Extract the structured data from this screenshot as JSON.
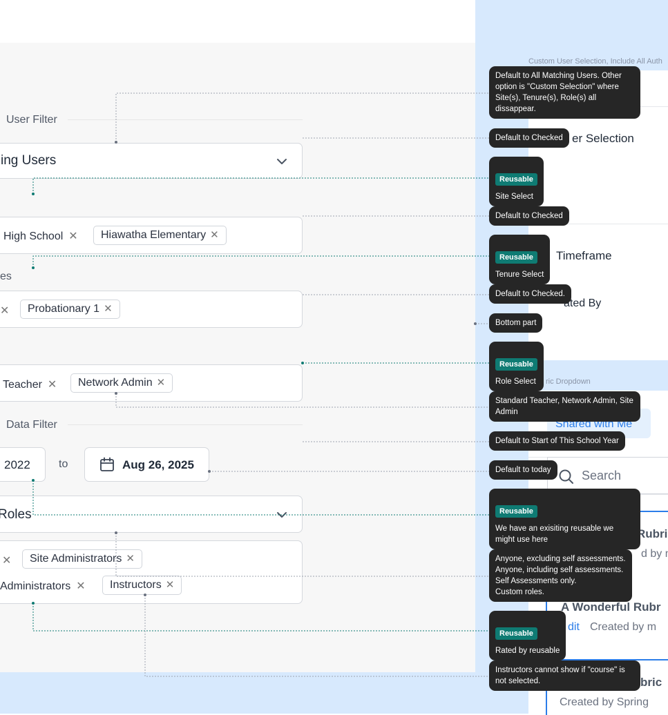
{
  "left": {
    "user_filter_label": "User Filter",
    "user_dropdown_value": "ing Users",
    "sites_chips": [
      "High School",
      "Hiawatha Elementary"
    ],
    "tenures_label": "es",
    "tenure_chips": [
      "Probationary 1"
    ],
    "role_chips": [
      "Teacher",
      "Network Admin"
    ],
    "data_filter_label": "Data Filter",
    "date_start": "2022",
    "date_to": "to",
    "date_end": "Aug 26, 2025",
    "rated_by_value": "Roles",
    "rated_chips_row1": [
      "Site Administrators"
    ],
    "rated_chips_row2": [
      "Administrators",
      "Instructors"
    ]
  },
  "right": {
    "header_note": "Custom User Selection, Include All Auth",
    "user_selection": "er Selection",
    "timeframe": "Timeframe",
    "rated_by": "ated By",
    "rubric_dropdown": "ric Dropdown",
    "shared_with_me": "Shared with Me",
    "search_placeholder": "Search",
    "item1_title": "Rubri",
    "item1_sub": "d by m",
    "item2_title": "A Wonderful Rubr",
    "item2_edit": "dit",
    "item2_sub": "Created by m",
    "item3_title": "bric",
    "item3_sub": "Created by Spring"
  },
  "annotations": {
    "a1": "Default to All Matching Users. Other option is \"Custom Selection\" where Site(s), Tenure(s), Role(s) all dissappear.",
    "a2": "Default to Checked",
    "a3_tag": "Reusable",
    "a3": "Site Select",
    "a4": "Default to Checked",
    "a5_tag": "Reusable",
    "a5": "Tenure Select",
    "a6": "Default to Checked.",
    "a7": "Bottom part",
    "a8_tag": "Reusable",
    "a8": "Role Select",
    "a9": "Standard Teacher, Network Admin, Site Admin",
    "a10": "Default to Start of This School Year",
    "a11": "Default to today",
    "a12_tag": "Reusable",
    "a12": "We have an exisiting reusable we might use here",
    "a13": "Anyone, excluding self assessments.\nAnyone, including self assessments.\nSelf Assessments only.\nCustom roles.",
    "a14_tag": "Reusable",
    "a14": "Rated by reusable",
    "a15": "Instructors cannot show if \"course\" is not selected."
  },
  "colors": {
    "accent": "#0f7b73",
    "link": "#2b7de9",
    "panel": "#d7e9fd",
    "tooltip": "#262626"
  }
}
